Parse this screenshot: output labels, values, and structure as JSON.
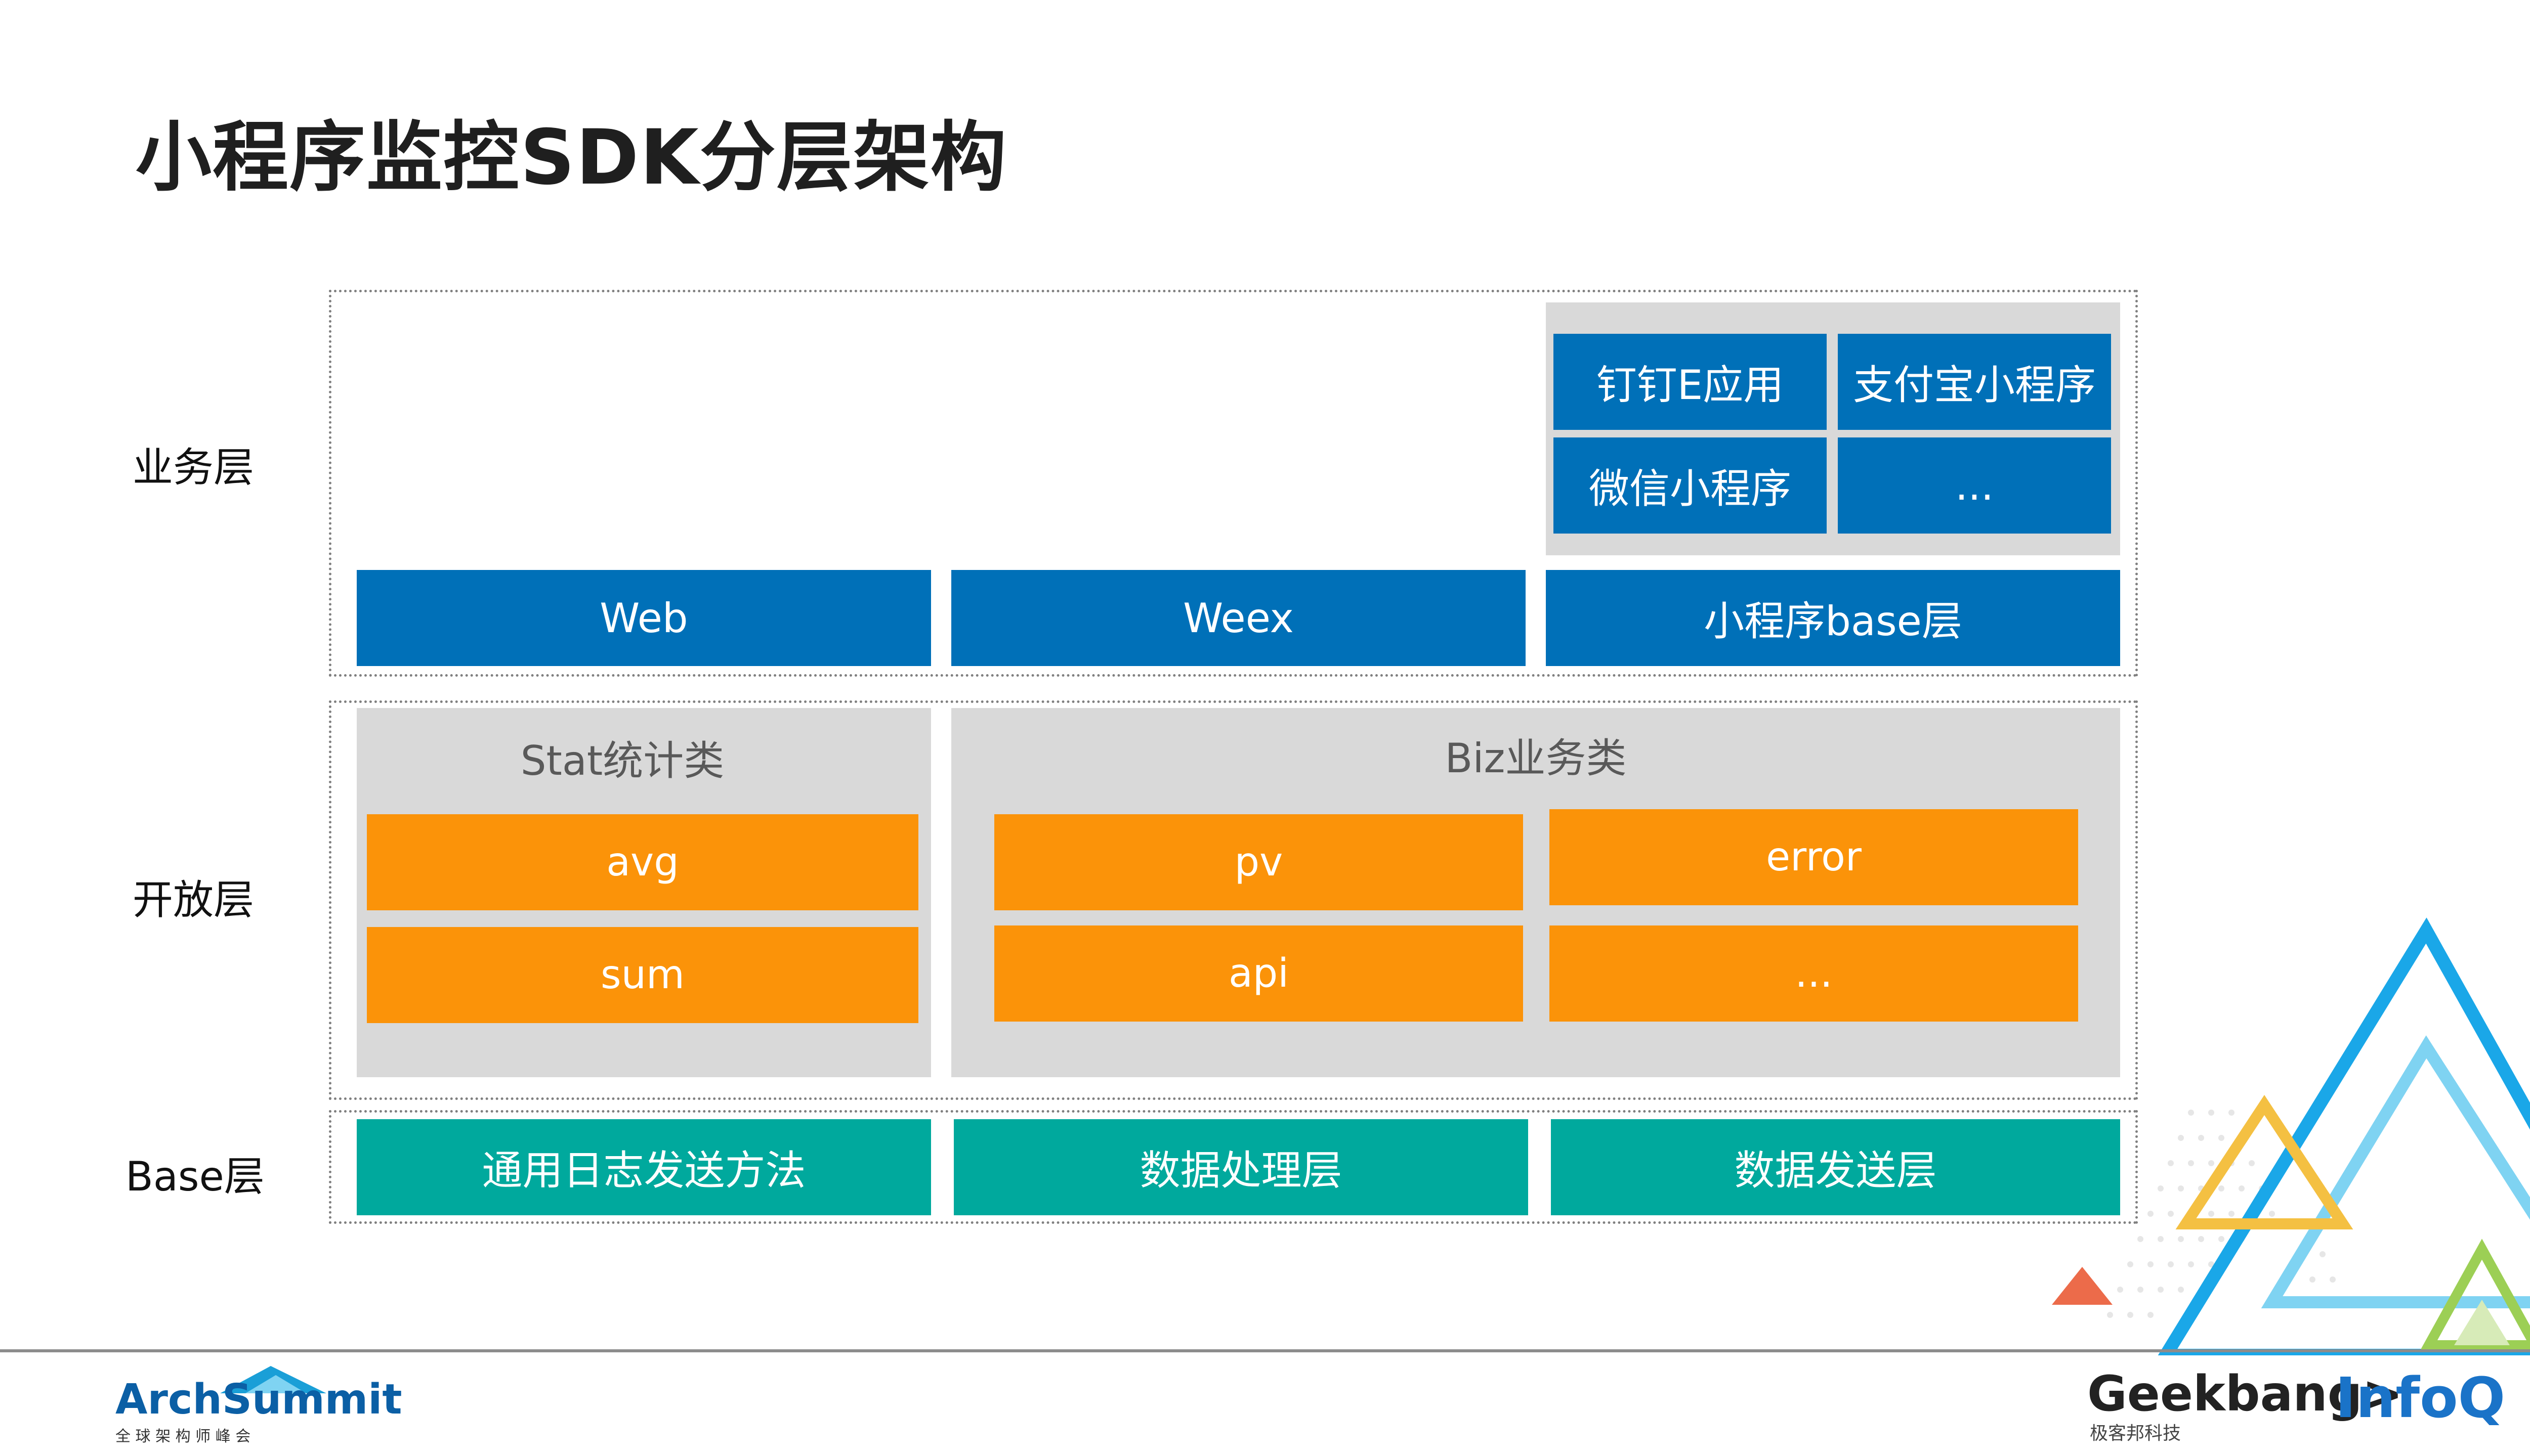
{
  "title": "小程序监控SDK分层架构",
  "layers": {
    "business": "业务层",
    "open": "开放层",
    "base": "Base层"
  },
  "business_layer": {
    "apps": [
      "钉钉E应用",
      "支付宝小程序",
      "微信小程序",
      "..."
    ],
    "platforms": [
      "Web",
      "Weex",
      "小程序base层"
    ]
  },
  "open_layer": {
    "stat": {
      "title": "Stat统计类",
      "items": [
        "avg",
        "sum"
      ]
    },
    "biz": {
      "title": "Biz业务类",
      "items": [
        "pv",
        "error",
        "api",
        "..."
      ]
    }
  },
  "base_layer": {
    "items": [
      "通用日志发送方法",
      "数据处理层",
      "数据发送层"
    ]
  },
  "footer": {
    "archsummit": "ArchSummit",
    "archsummit_sub": "全 球 架 构 师 峰 会",
    "geekbang": "Geekbang>",
    "geekbang_sub": "极客邦科技",
    "infoq": "InfoQ"
  },
  "colors": {
    "blue": "#0070b8",
    "orange": "#fb9309",
    "teal": "#00a99d",
    "gray": "#d9d9d9"
  }
}
